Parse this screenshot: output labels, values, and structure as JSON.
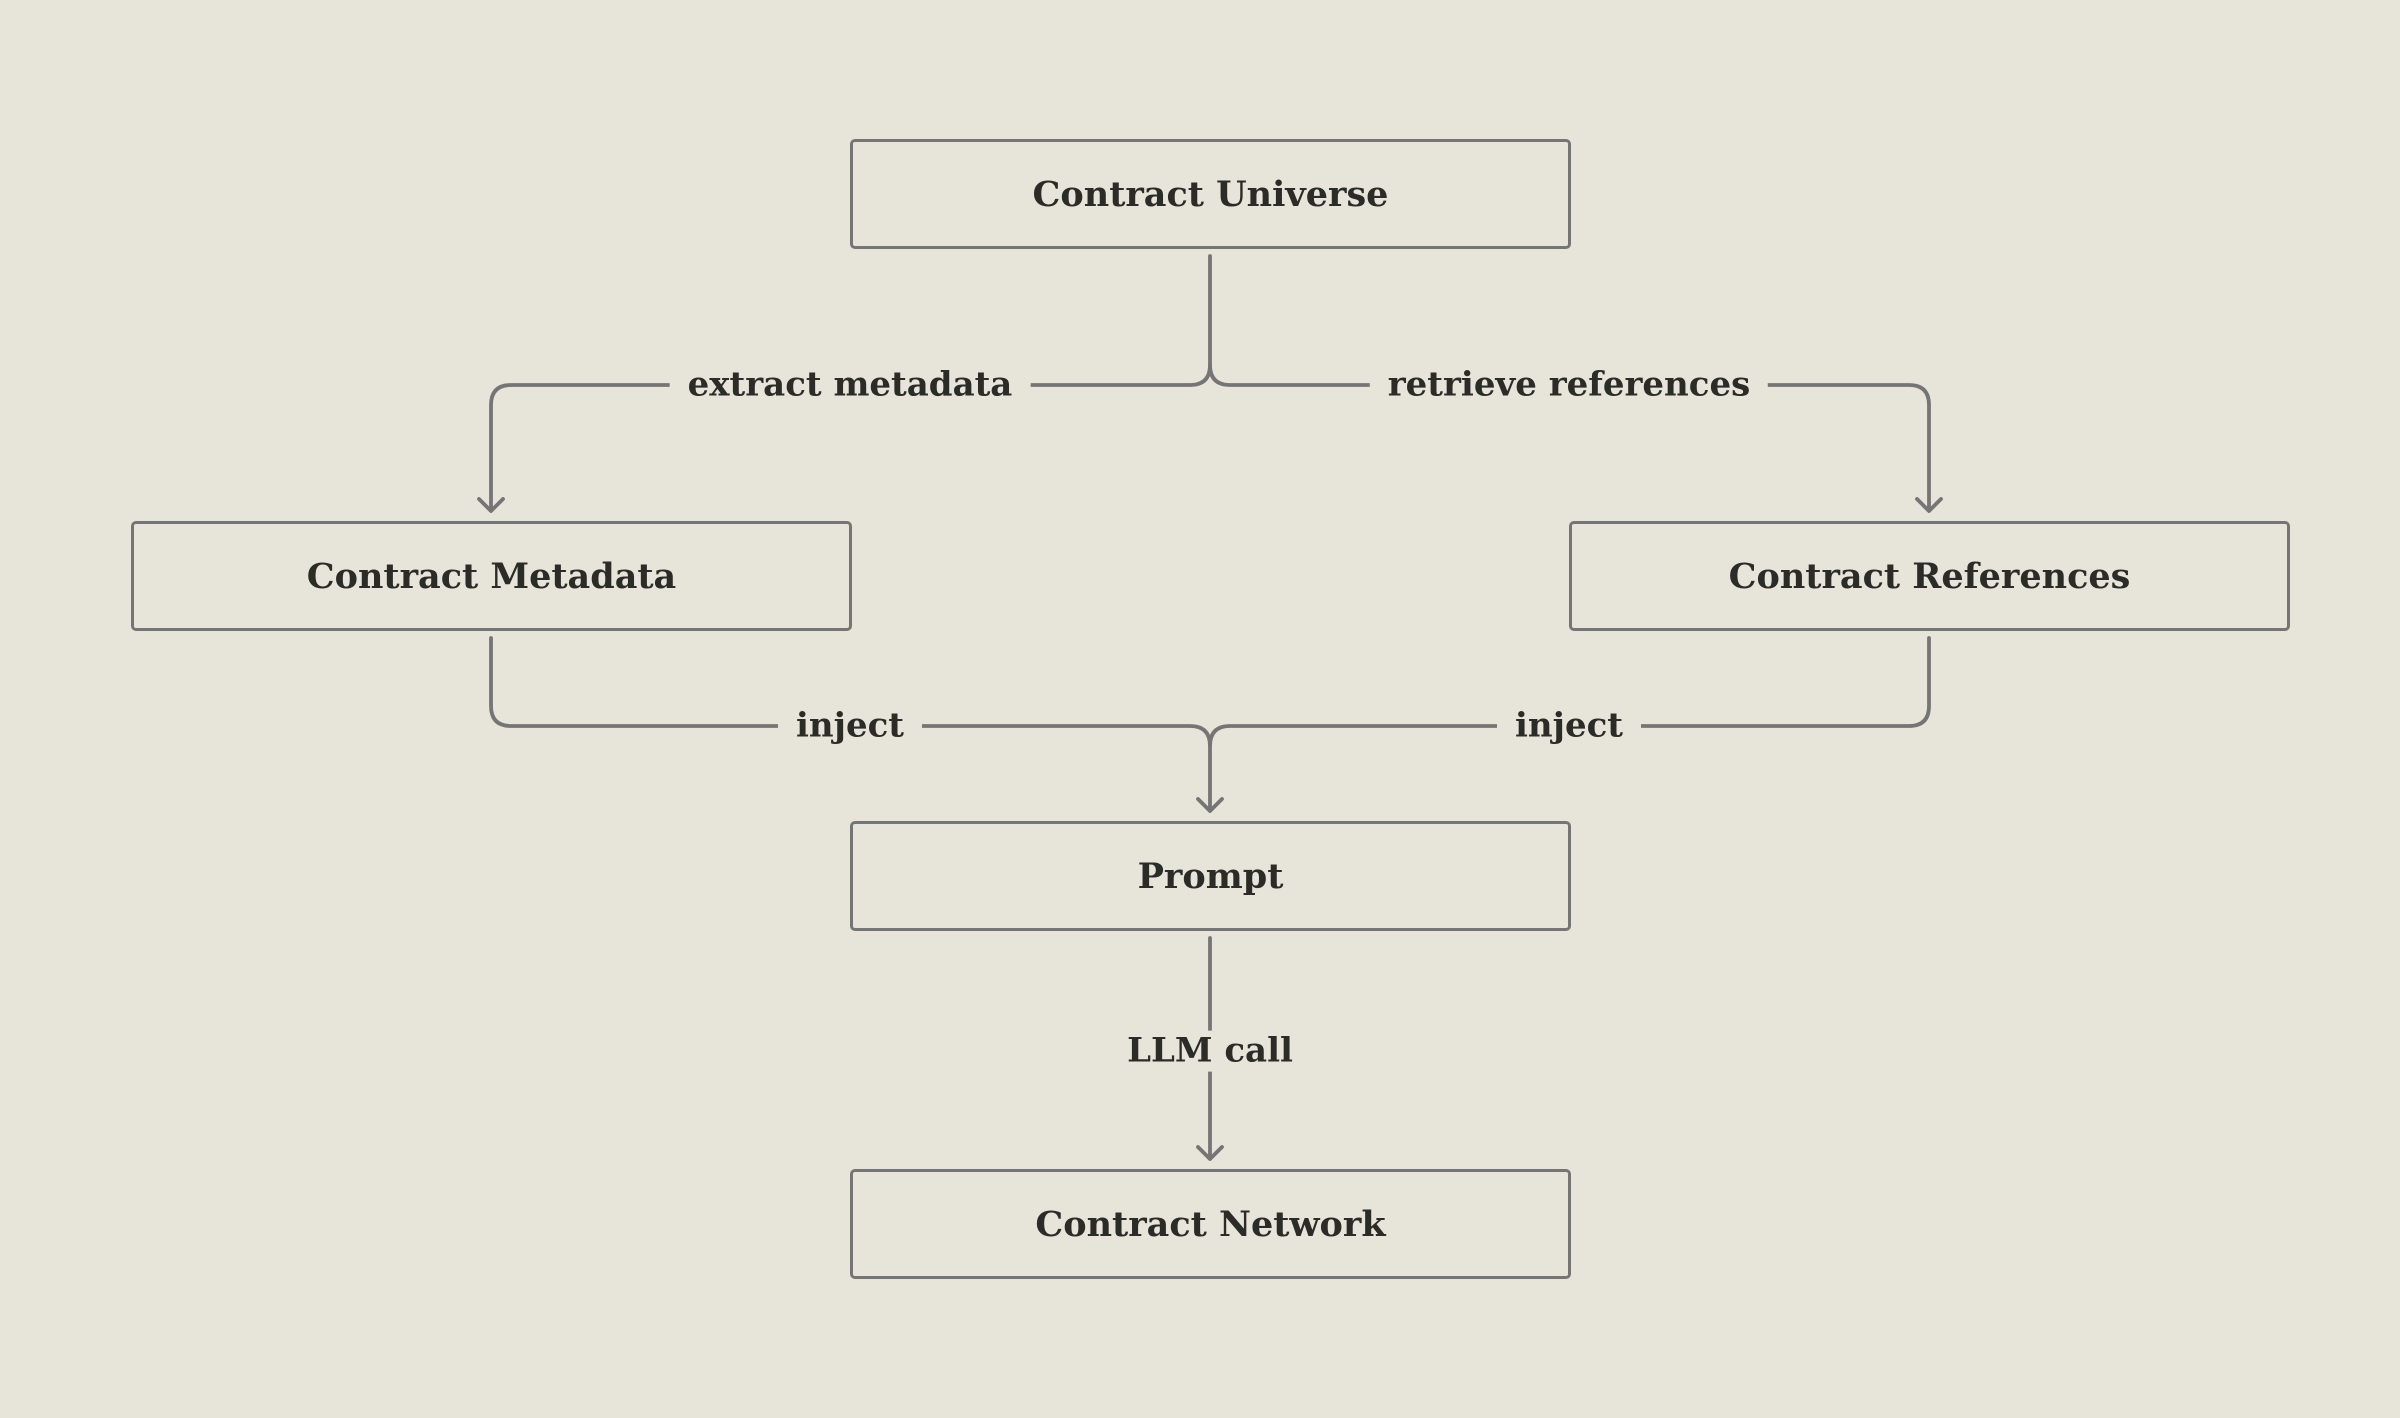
{
  "diagram": {
    "nodes": {
      "universe": "Contract Universe",
      "metadata": "Contract Metadata",
      "references": "Contract References",
      "prompt": "Prompt",
      "network": "Contract Network"
    },
    "edges": {
      "extract": "extract metadata",
      "retrieve": "retrieve references",
      "inject_left": "inject",
      "inject_right": "inject",
      "llm": "LLM call"
    }
  },
  "colors": {
    "background": "#e7e4da",
    "stroke": "#757575",
    "text": "#2b2b28"
  }
}
